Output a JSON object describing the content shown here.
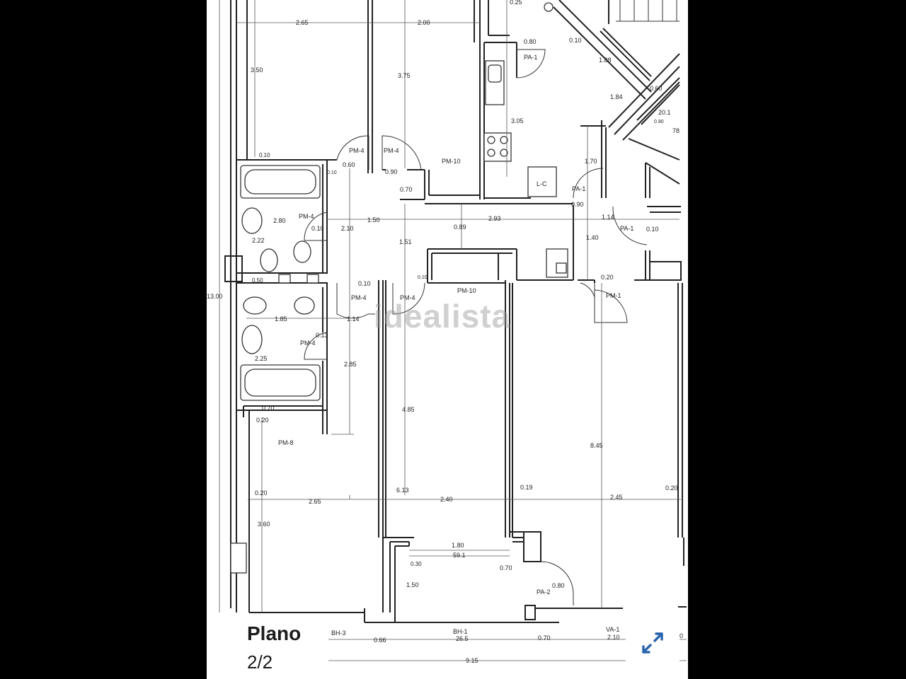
{
  "caption": {
    "title": "Plano",
    "page": "2/2"
  },
  "watermark": "idealista",
  "icons": {
    "expand": "expand-arrows-icon"
  },
  "colors": {
    "accent": "#2a64ad",
    "line": "#222222"
  },
  "labels": [
    {
      "id": "d-265-top",
      "text": "2.65"
    },
    {
      "id": "d-200",
      "text": "2.00"
    },
    {
      "id": "d-025",
      "text": "0.25"
    },
    {
      "id": "d-080a",
      "text": "0.80"
    },
    {
      "id": "d-010a",
      "text": "0.10"
    },
    {
      "id": "pa1-a",
      "text": "PA-1"
    },
    {
      "id": "d-188",
      "text": "1.88"
    },
    {
      "id": "d-350",
      "text": "3.50"
    },
    {
      "id": "d-375",
      "text": "3.75"
    },
    {
      "id": "d-184",
      "text": "1.84"
    },
    {
      "id": "d-060r",
      "text": "0.60"
    },
    {
      "id": "d-201",
      "text": "20.1"
    },
    {
      "id": "d-090r",
      "text": "0.90"
    },
    {
      "id": "d-78",
      "text": "78"
    },
    {
      "id": "d-305",
      "text": "3.05"
    },
    {
      "id": "d-010b",
      "text": "0.10"
    },
    {
      "id": "pm4-a",
      "text": "PM-4"
    },
    {
      "id": "pm4-b",
      "text": "PM-4"
    },
    {
      "id": "d-060a",
      "text": "0.60"
    },
    {
      "id": "d-010c",
      "text": "0.10"
    },
    {
      "id": "d-090a",
      "text": "0.90"
    },
    {
      "id": "pm10-a",
      "text": "PM-10"
    },
    {
      "id": "d-170",
      "text": "1.70"
    },
    {
      "id": "lc",
      "text": "L-C"
    },
    {
      "id": "pa1-b",
      "text": "PA-1"
    },
    {
      "id": "d-070a",
      "text": "0.70"
    },
    {
      "id": "d-090b",
      "text": "0.90"
    },
    {
      "id": "pm4-c",
      "text": "PM-4"
    },
    {
      "id": "d-280",
      "text": "2.80"
    },
    {
      "id": "d-150",
      "text": "1.50"
    },
    {
      "id": "d-293",
      "text": "2.93"
    },
    {
      "id": "d-114a",
      "text": "1.14"
    },
    {
      "id": "pa1-c",
      "text": "PA-1"
    },
    {
      "id": "d-010d",
      "text": "0.10"
    },
    {
      "id": "d-210",
      "text": "2.10"
    },
    {
      "id": "d-089",
      "text": "0.89"
    },
    {
      "id": "d-010e",
      "text": "0.10"
    },
    {
      "id": "d-222",
      "text": "2.22"
    },
    {
      "id": "d-151",
      "text": "1.51"
    },
    {
      "id": "d-140",
      "text": "1.40"
    },
    {
      "id": "d-1300",
      "text": "13.00"
    },
    {
      "id": "d-050",
      "text": "0.50"
    },
    {
      "id": "d-010f",
      "text": "0.10"
    },
    {
      "id": "d-010g",
      "text": "0.10"
    },
    {
      "id": "pm4-d",
      "text": "PM-4"
    },
    {
      "id": "pm4-e",
      "text": "PM-4"
    },
    {
      "id": "pm10-b",
      "text": "PM-10"
    },
    {
      "id": "d-020a",
      "text": "0.20"
    },
    {
      "id": "pm1",
      "text": "PM-1"
    },
    {
      "id": "d-185",
      "text": "1.85"
    },
    {
      "id": "d-114b",
      "text": "1.14"
    },
    {
      "id": "d-013",
      "text": "0.13"
    },
    {
      "id": "pm4-f",
      "text": "PM-4"
    },
    {
      "id": "d-225",
      "text": "2.25"
    },
    {
      "id": "d-285",
      "text": "2.85"
    },
    {
      "id": "d-485",
      "text": "4.85"
    },
    {
      "id": "d-070b",
      "text": "0.70"
    },
    {
      "id": "d-020b",
      "text": "0.20"
    },
    {
      "id": "pm8",
      "text": "PM-8"
    },
    {
      "id": "d-845",
      "text": "8.45"
    },
    {
      "id": "d-020c",
      "text": "0.20"
    },
    {
      "id": "d-613",
      "text": "6.13"
    },
    {
      "id": "d-019",
      "text": "0.19"
    },
    {
      "id": "d-020d",
      "text": "0.20"
    },
    {
      "id": "d-265-mid",
      "text": "2.65"
    },
    {
      "id": "d-240",
      "text": "2.40"
    },
    {
      "id": "d-245",
      "text": "2.45"
    },
    {
      "id": "d-360",
      "text": "3.60"
    },
    {
      "id": "d-180",
      "text": "1.80"
    },
    {
      "id": "d-591",
      "text": "59.1"
    },
    {
      "id": "d-030",
      "text": "0.30"
    },
    {
      "id": "d-070c",
      "text": "0.70"
    },
    {
      "id": "d-150b",
      "text": "1.50"
    },
    {
      "id": "d-080b",
      "text": "0.80"
    },
    {
      "id": "pa2",
      "text": "PA-2"
    },
    {
      "id": "bh3",
      "text": "BH-3"
    },
    {
      "id": "bh1",
      "text": "BH-1"
    },
    {
      "id": "va1",
      "text": "VA-1"
    },
    {
      "id": "d-066",
      "text": "0.66"
    },
    {
      "id": "d-265b",
      "text": "26.5"
    },
    {
      "id": "d-070d",
      "text": "0.70"
    },
    {
      "id": "d-210b",
      "text": "2.10"
    },
    {
      "id": "d-915",
      "text": "9.15"
    },
    {
      "id": "d-0",
      "text": "0"
    }
  ]
}
